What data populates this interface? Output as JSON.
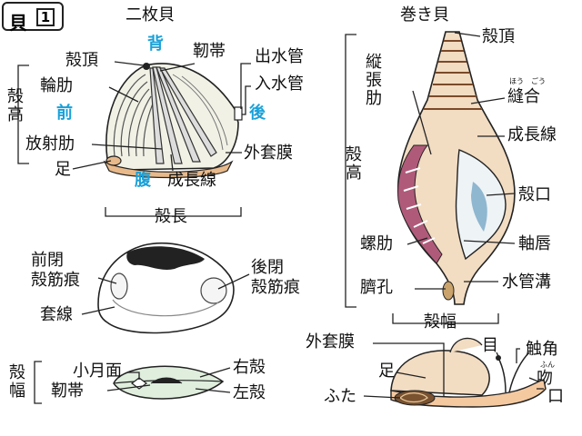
{
  "badge": {
    "kanji": "貝",
    "number": "1"
  },
  "bivalve": {
    "title": "二枚貝",
    "labels": {
      "umbo": "殻頂",
      "back": "背",
      "ligament": "靭帯",
      "excurrent": "出水管",
      "incurrent": "入水管",
      "growth_rib": "輪肋",
      "front": "前",
      "rear": "後",
      "height": "殻高",
      "radial_rib": "放射肋",
      "mantle": "外套膜",
      "foot": "足",
      "belly": "腹",
      "growth_line": "成長線",
      "length": "殻長"
    }
  },
  "inner": {
    "anterior_scar": "前閉\n殻筋痕",
    "posterior_scar": "後閉\n殻筋痕",
    "pallial_line": "套線"
  },
  "topview": {
    "lunule": "小月面",
    "width": "殻幅",
    "ligament": "靭帯",
    "right_valve": "右殻",
    "left_valve": "左殻"
  },
  "spiral": {
    "title": "巻き貝",
    "labels": {
      "apex": "殻頂",
      "varix": "縦張肋",
      "suture": "縫合",
      "suture_ruby": "ほう　ごう",
      "height": "殻高",
      "growth_line": "成長線",
      "aperture": "殻口",
      "spiral_rib": "螺肋",
      "columella": "軸唇",
      "umbilicus": "臍孔",
      "siphonal_canal": "水管溝",
      "width": "殻幅"
    }
  },
  "snail": {
    "mantle": "外套膜",
    "eye": "目",
    "tentacle": "触角",
    "proboscis_ruby": "ふん",
    "proboscis": "吻",
    "foot": "足",
    "operculum": "ふた",
    "mouth": "口"
  }
}
